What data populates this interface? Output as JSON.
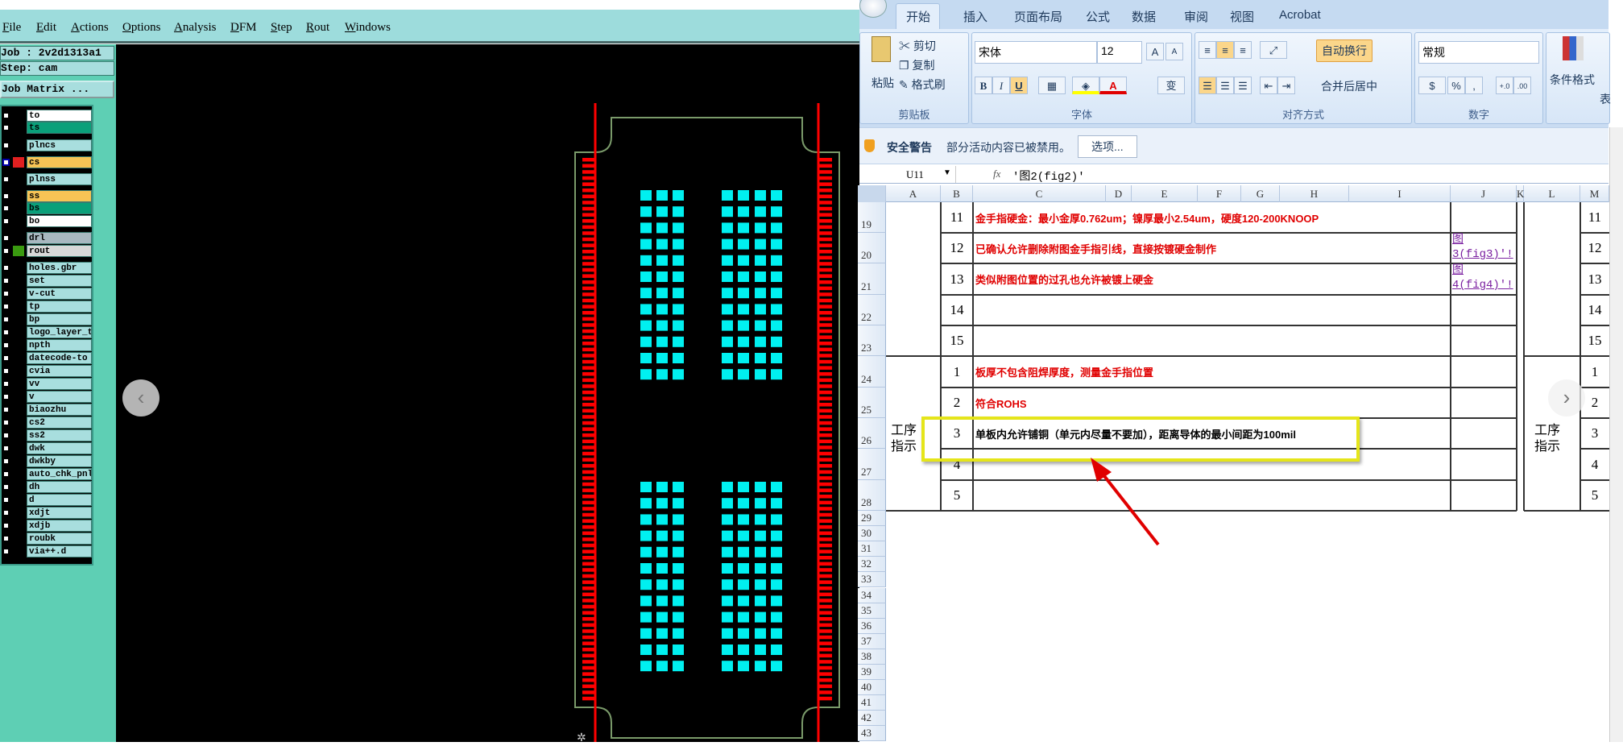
{
  "genesis": {
    "menu": [
      "File",
      "Edit",
      "Actions",
      "Options",
      "Analysis",
      "DFM",
      "Step",
      "Rout",
      "Windows"
    ],
    "job_label": "Job : 2v2d1313a1",
    "step_label": "Step: cam",
    "job_matrix_button": "Job Matrix ...",
    "layers": [
      {
        "name": "to",
        "color": "#ffffff"
      },
      {
        "name": "ts",
        "color": "#0aa07a"
      },
      {
        "name": "plncs",
        "color": "#a8dede"
      },
      {
        "name": "cs",
        "color": "#f7c455",
        "active": true
      },
      {
        "name": "plnss",
        "color": "#a8dede"
      },
      {
        "name": "ss",
        "color": "#f7c455"
      },
      {
        "name": "bs",
        "color": "#0aa07a"
      },
      {
        "name": "bo",
        "color": "#ffffff"
      },
      {
        "name": "drl",
        "color": "#a8b8c0"
      },
      {
        "name": "rout",
        "color": "#d8d8d8",
        "swatch": "#3a9a10"
      },
      {
        "name": "holes.gbr",
        "color": "#a8dede"
      },
      {
        "name": "set",
        "color": "#a8dede"
      },
      {
        "name": "v-cut",
        "color": "#a8dede"
      },
      {
        "name": "tp",
        "color": "#a8dede"
      },
      {
        "name": "bp",
        "color": "#a8dede"
      },
      {
        "name": "logo_layer_t",
        "color": "#a8dede"
      },
      {
        "name": "npth",
        "color": "#a8dede"
      },
      {
        "name": "datecode-to",
        "color": "#a8dede"
      },
      {
        "name": "cvia",
        "color": "#a8dede"
      },
      {
        "name": "vv",
        "color": "#a8dede"
      },
      {
        "name": "v",
        "color": "#a8dede"
      },
      {
        "name": "biaozhu",
        "color": "#a8dede"
      },
      {
        "name": "cs2",
        "color": "#a8dede"
      },
      {
        "name": "ss2",
        "color": "#a8dede"
      },
      {
        "name": "dwk",
        "color": "#a8dede"
      },
      {
        "name": "dwkby",
        "color": "#a8dede"
      },
      {
        "name": "auto_chk_pnl",
        "color": "#a8dede"
      },
      {
        "name": "dh",
        "color": "#a8dede"
      },
      {
        "name": "d",
        "color": "#a8dede"
      },
      {
        "name": "xdjt",
        "color": "#a8dede"
      },
      {
        "name": "xdjb",
        "color": "#a8dede"
      },
      {
        "name": "roubk",
        "color": "#a8dede"
      },
      {
        "name": "via++.d",
        "color": "#a8dede"
      }
    ],
    "colors": {
      "pad": "#00f0f0",
      "finger": "#ff0000",
      "outline": "#7a9a6a"
    }
  },
  "excel": {
    "tabs": [
      "开始",
      "插入",
      "页面布局",
      "公式",
      "数据",
      "审阅",
      "视图",
      "Acrobat"
    ],
    "clipboard": {
      "paste": "粘贴",
      "cut": "剪切",
      "copy": "复制",
      "format_painter": "格式刷",
      "label": "剪贴板"
    },
    "font": {
      "name": "宋体",
      "size": "12",
      "bold": "B",
      "italic": "I",
      "underline": "U",
      "grow": "A",
      "shrink": "A",
      "label": "字体",
      "font_color": "A",
      "phonetic": "变"
    },
    "alignment": {
      "wrap": "自动换行",
      "merge": "合并后居中",
      "label": "对齐方式"
    },
    "number": {
      "format": "常规",
      "percent": "%",
      "comma": ",",
      "inc": "+.0",
      "dec": ".00",
      "label": "数字"
    },
    "styles": {
      "conditional": "条件格式",
      "table": "表"
    },
    "security": {
      "title": "安全警告",
      "message": "部分活动内容已被禁用。",
      "options_button": "选项..."
    },
    "name_box": "U11",
    "fx": "fx",
    "formula": "'图2(fig2)'",
    "columns": [
      "A",
      "B",
      "C",
      "D",
      "E",
      "F",
      "G",
      "H",
      "I",
      "J",
      "K",
      "L",
      "M"
    ],
    "rows": [
      {
        "row": "19",
        "no": "11",
        "text": "金手指硬金：最小金厚0.762um；镍厚最小2.54um，硬度120-200KNOOP",
        "red": true,
        "link": "",
        "m": "11"
      },
      {
        "row": "20",
        "no": "12",
        "text": "已确认允许删除附图金手指引线，直接按镀硬金制作",
        "red": true,
        "link": "图3(fig3)'!",
        "m": "12"
      },
      {
        "row": "21",
        "no": "13",
        "text": "类似附图位置的过孔也允许被镀上硬金",
        "red": true,
        "link": "图4(fig4)'!",
        "m": "13"
      },
      {
        "row": "22",
        "no": "14",
        "text": "",
        "red": true,
        "link": "",
        "m": "14"
      },
      {
        "row": "23",
        "no": "15",
        "text": "",
        "red": true,
        "link": "",
        "m": "15"
      },
      {
        "row": "24",
        "no": "1",
        "text": "板厚不包含阻焊厚度，测量金手指位置",
        "red": true,
        "link": "",
        "m": "1"
      },
      {
        "row": "25",
        "no": "2",
        "text": "符合ROHS",
        "red": true,
        "link": "",
        "m": "2"
      },
      {
        "row": "26",
        "no": "3",
        "text": "单板内允许铺铜（单元内尽量不要加），距离导体的最小间距为100mil",
        "red": false,
        "link": "",
        "m": "3"
      },
      {
        "row": "27",
        "no": "4",
        "text": "",
        "red": false,
        "link": "",
        "m": "4"
      },
      {
        "row": "28",
        "no": "5",
        "text": "",
        "red": false,
        "link": "",
        "m": "5"
      }
    ],
    "section_label_a": "工序指示",
    "section_label_l": "工序指示",
    "empty_rows": [
      "29",
      "30",
      "31",
      "32",
      "33",
      "34",
      "35",
      "36",
      "37",
      "38",
      "39",
      "40",
      "41",
      "42",
      "43"
    ]
  },
  "overlay": {
    "prev": "‹",
    "next": "›",
    "highlight_color": "#e5e51a",
    "arrow_color": "#e00000"
  }
}
